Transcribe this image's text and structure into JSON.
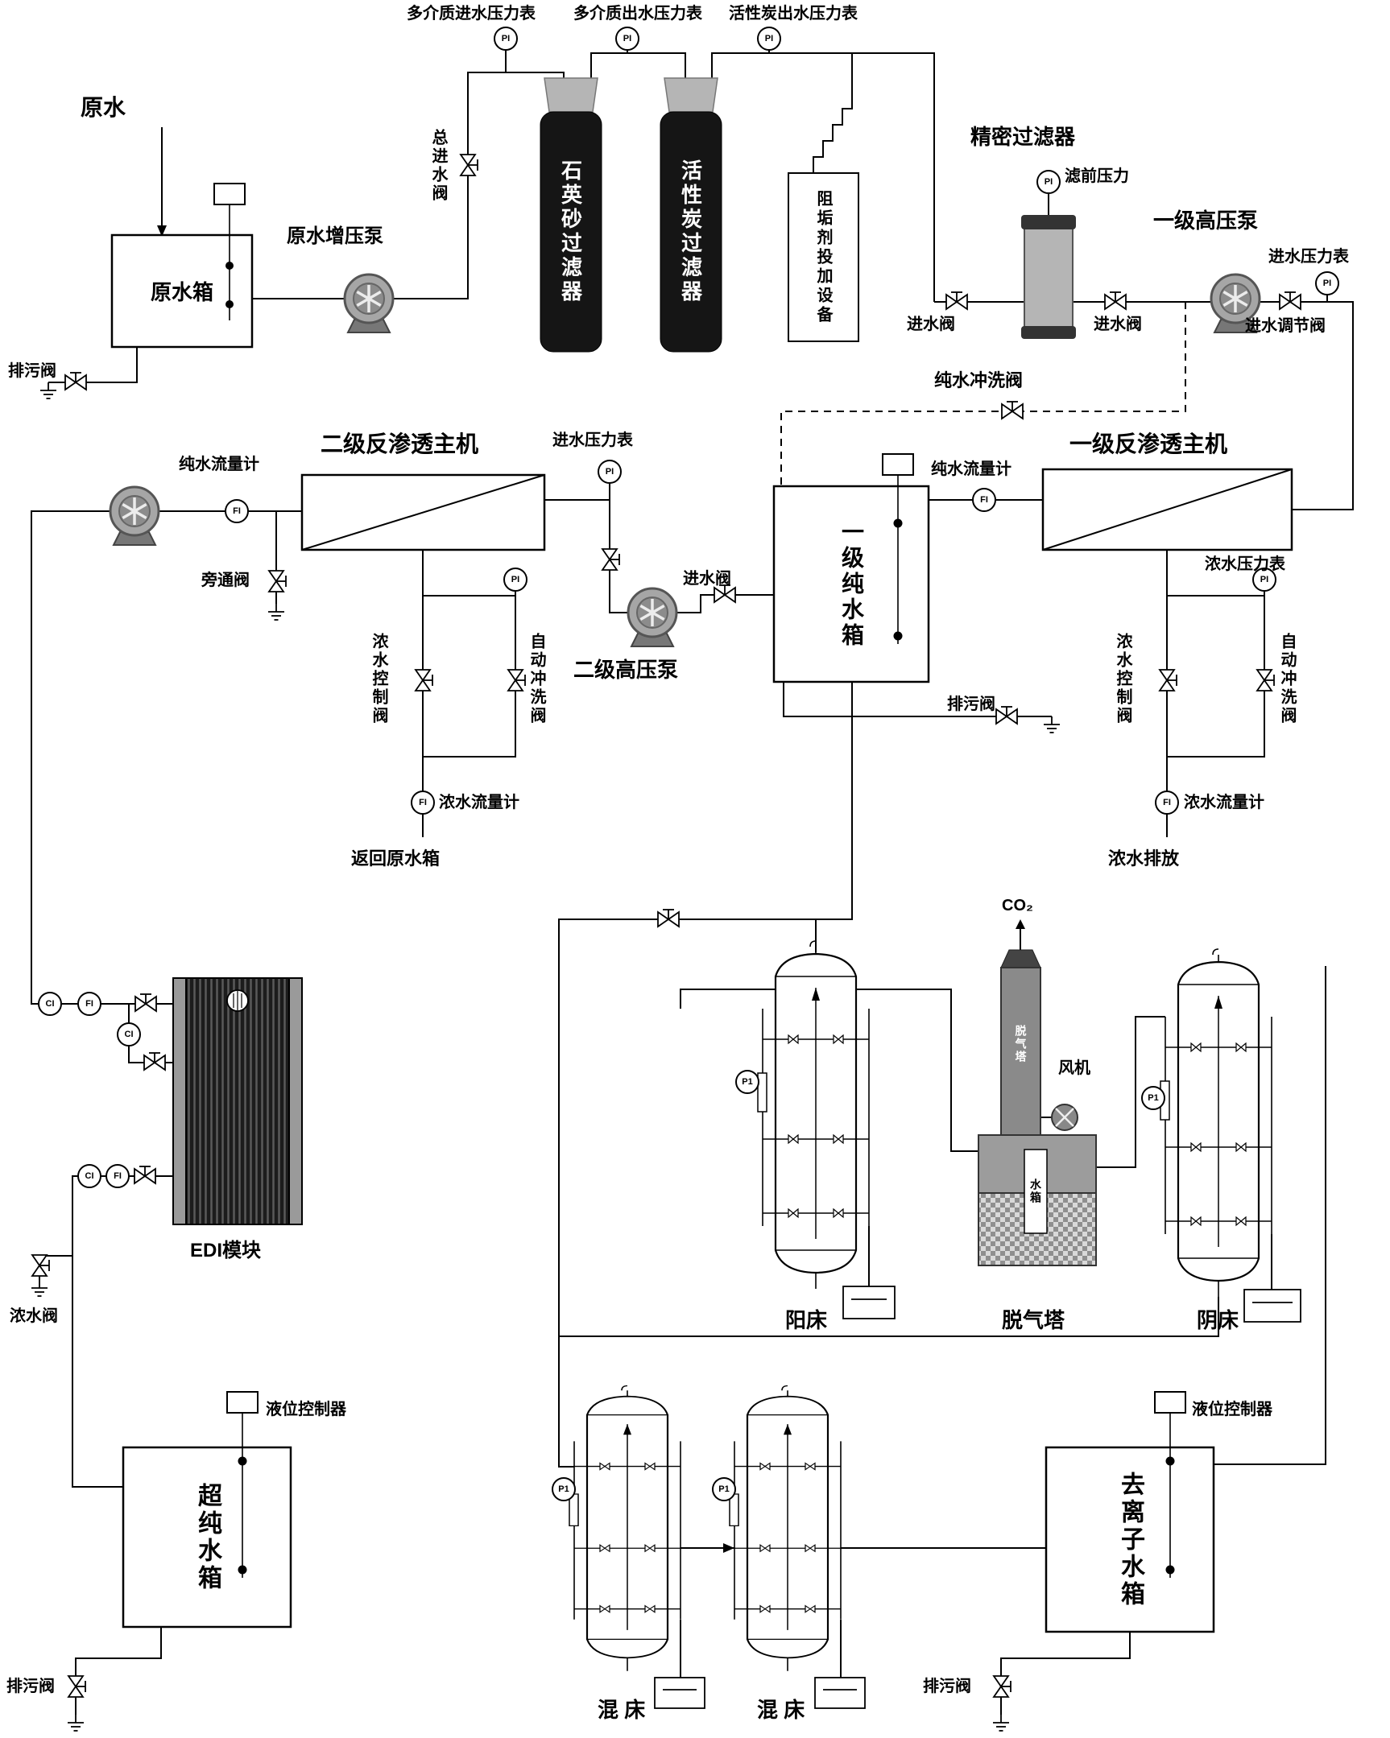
{
  "sym": {
    "pi": "PI",
    "fi": "FI",
    "ci": "CI",
    "p1": "P1"
  },
  "labels": {
    "raw_water": "原水",
    "raw_water_tank": "原水箱",
    "drain_valve": "排污阀",
    "raw_booster_pump": "原水增压泵",
    "main_inlet_valve": "总进水阀",
    "mm_inlet_gauge": "多介质进水压力表",
    "mm_outlet_gauge": "多介质出水压力表",
    "ac_outlet_gauge": "活性炭出水压力表",
    "quartz_filter": "石英砂过滤器",
    "carbon_filter": "活性炭过滤器",
    "antiscalant": "阻垢剂投加设备",
    "precision_filter": "精密过滤器",
    "prefilter_pressure": "滤前压力",
    "inlet_valve": "进水阀",
    "stage1_hp_pump": "一级高压泵",
    "inlet_pressure_gauge": "进水压力表",
    "inlet_reg_valve": "进水调节阀",
    "pure_flush_valve": "纯水冲洗阀",
    "ro2": "二级反渗透主机",
    "ro1": "一级反渗透主机",
    "pure_flow_meter": "纯水流量计",
    "bypass_valve": "旁通阀",
    "stage2_hp_pump": "二级高压泵",
    "stage1_pure_tank": "一级纯水箱",
    "conc_pressure_gauge": "浓水压力表",
    "conc_control_valve": "浓水控制阀",
    "auto_flush_valve": "自动冲洗阀",
    "conc_flow_meter": "浓水流量计",
    "return_raw_tank": "返回原水箱",
    "conc_discharge": "浓水排放",
    "edi_module": "EDI模块",
    "conc_valve": "浓水阀",
    "cation_bed": "阳床",
    "degasser": "脱气塔",
    "co2": "CO₂",
    "fan": "风机",
    "small_water_tank": "水箱",
    "anion_bed": "阴床",
    "ultrapure_tank": "超纯水箱",
    "level_controller": "液位控制器",
    "mixed_bed": "混 床",
    "di_tank": "去离子水箱"
  },
  "colors": {
    "line": "#000000",
    "vessel_dark": "#151515",
    "vessel_gray": "#b5b5b5",
    "pump_gray": "#a6a6a6"
  }
}
